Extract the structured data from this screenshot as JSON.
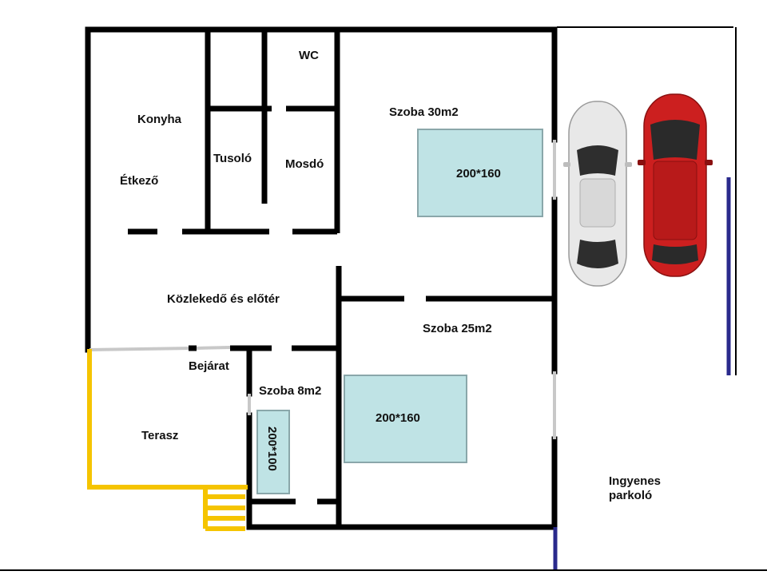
{
  "rooms": {
    "wc": "WC",
    "szoba30": "Szoba 30m2",
    "konyha": "Konyha",
    "tusolo": "Tusoló",
    "mosdo": "Mosdó",
    "etkezo": "Étkező",
    "kozlekedo": "Közlekedő és előtér",
    "szoba25": "Szoba 25m2",
    "bejarat": "Bejárat",
    "szoba8": "Szoba 8m2",
    "terasz": "Terasz",
    "parking_line1": "Ingyenes",
    "parking_line2": "parkoló"
  },
  "beds": {
    "bed1": "200*160",
    "bed2": "200*160",
    "bed3": "200*100"
  },
  "colors": {
    "wall": "#000000",
    "window": "#c8c8c8",
    "terrace": "#f5c400",
    "bed_fill": "#bfe3e5",
    "bed_stroke": "#8aa7aa",
    "parking_line": "#2a2a8c",
    "car_white": "#e8e8e8",
    "car_red": "#cc1f1f"
  },
  "icons": {
    "car1": "white-car-icon",
    "car2": "red-car-icon"
  }
}
